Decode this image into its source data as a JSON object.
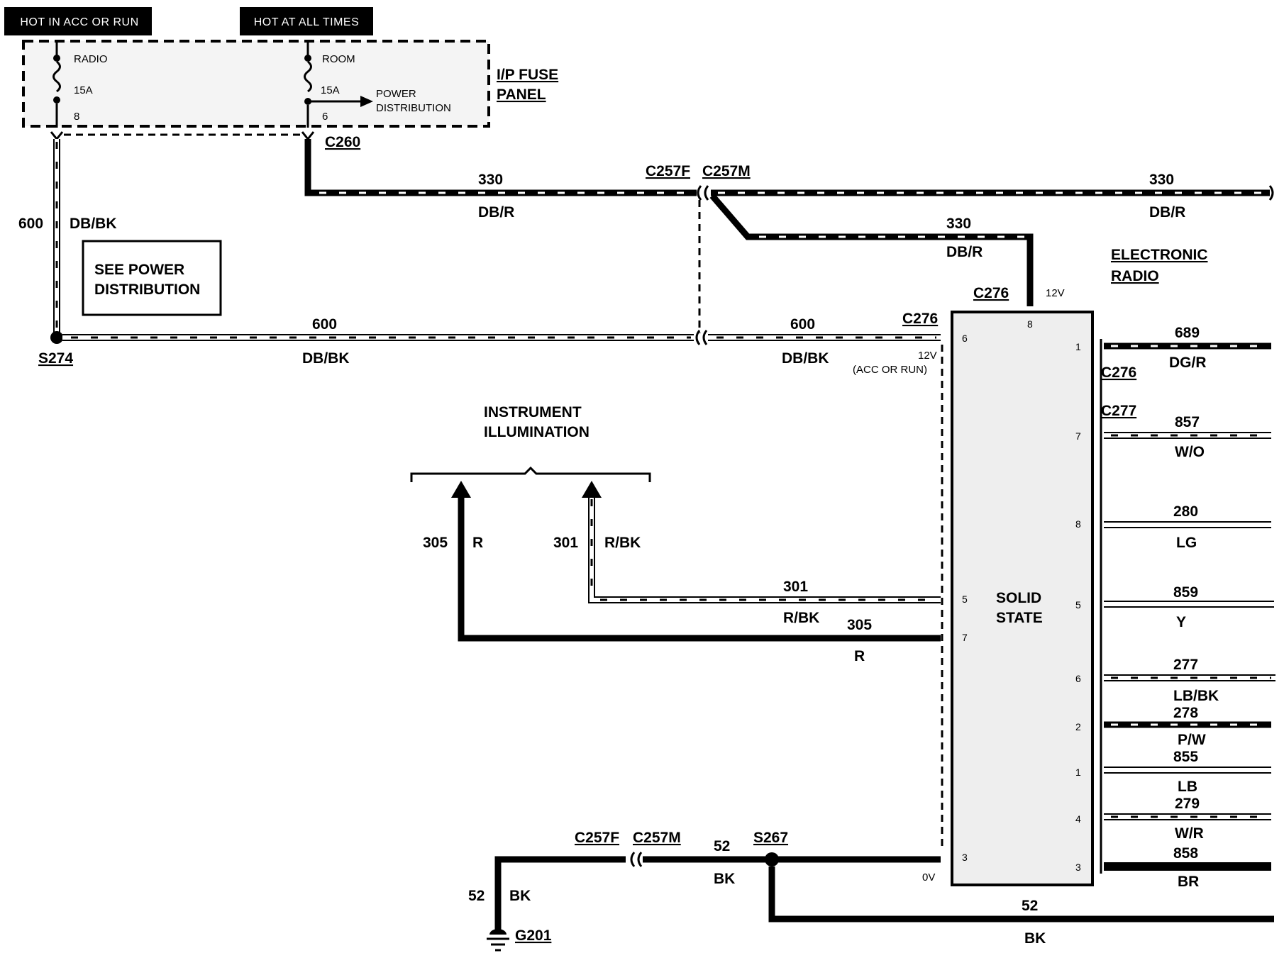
{
  "banners": {
    "hot_acc_run": "HOT IN ACC OR RUN",
    "hot_all_times": "HOT AT ALL TIMES"
  },
  "fuse_panel": {
    "title_line1": "I/P FUSE",
    "title_line2": "PANEL",
    "fuse_radio": {
      "name": "RADIO",
      "rating": "15A",
      "pin": "8"
    },
    "fuse_room": {
      "name": "ROOM",
      "rating": "15A",
      "pin": "6"
    },
    "power_dist_line1": "POWER",
    "power_dist_line2": "DISTRIBUTION"
  },
  "connectors": {
    "c260": "C260",
    "c257f_top": "C257F",
    "c257m_top": "C257M",
    "c276_a": "C276",
    "c276_b": "C276",
    "c276_c": "C276",
    "c277": "C277",
    "c257f_bottom": "C257F",
    "c257m_bottom": "C257M"
  },
  "splices": {
    "s274": "S274",
    "s267": "S267"
  },
  "ground": {
    "g201": "G201"
  },
  "note_box": {
    "line1": "SEE POWER",
    "line2": "DISTRIBUTION"
  },
  "radio": {
    "title_line1": "ELECTRONIC",
    "title_line2": "RADIO",
    "core_line1": "SOLID",
    "core_line2": "STATE",
    "v12": "12V",
    "v12_acc": "12V",
    "acc_note": "(ACC OR RUN)",
    "v0": "0V",
    "pins_left": {
      "p6": "6",
      "p5": "5",
      "p7": "7",
      "p3": "3"
    },
    "pin_top": "8",
    "pins_right": {
      "p1a": "1",
      "p7": "7",
      "p8": "8",
      "p5": "5",
      "p6": "6",
      "p2": "2",
      "p1b": "1",
      "p4": "4",
      "p3": "3"
    }
  },
  "illumination": {
    "line1": "INSTRUMENT",
    "line2": "ILLUMINATION"
  },
  "wires": {
    "w600_vert": {
      "circuit": "600",
      "color": "DB/BK"
    },
    "w330_top": {
      "circuit": "330",
      "color": "DB/R"
    },
    "w330_right": {
      "circuit": "330",
      "color": "DB/R"
    },
    "w330_drop": {
      "circuit": "330",
      "color": "DB/R"
    },
    "w600_left": {
      "circuit": "600",
      "color": "DB/BK"
    },
    "w600_right": {
      "circuit": "600",
      "color": "DB/BK"
    },
    "w305_vert": {
      "circuit": "305",
      "color": "R"
    },
    "w301_vert": {
      "circuit": "301",
      "color": "R/BK"
    },
    "w301_horiz": {
      "circuit": "301",
      "color": "R/BK"
    },
    "w305_horiz": {
      "circuit": "305",
      "color": "R"
    },
    "w689": {
      "circuit": "689",
      "color": "DG/R"
    },
    "w857": {
      "circuit": "857",
      "color": "W/O"
    },
    "w280": {
      "circuit": "280",
      "color": "LG"
    },
    "w859": {
      "circuit": "859",
      "color": "Y"
    },
    "w277": {
      "circuit": "277",
      "color": "LB/BK"
    },
    "w278": {
      "circuit": "278",
      "color": "P/W"
    },
    "w855": {
      "circuit": "855",
      "color": "LB"
    },
    "w279": {
      "circuit": "279",
      "color": "W/R"
    },
    "w858": {
      "circuit": "858",
      "color": "BR"
    },
    "w52_ground": {
      "circuit": "52",
      "color": "BK"
    },
    "w52_mid": {
      "circuit": "52",
      "color": "BK"
    },
    "w52_bottom": {
      "circuit": "52",
      "color": "BK"
    }
  }
}
